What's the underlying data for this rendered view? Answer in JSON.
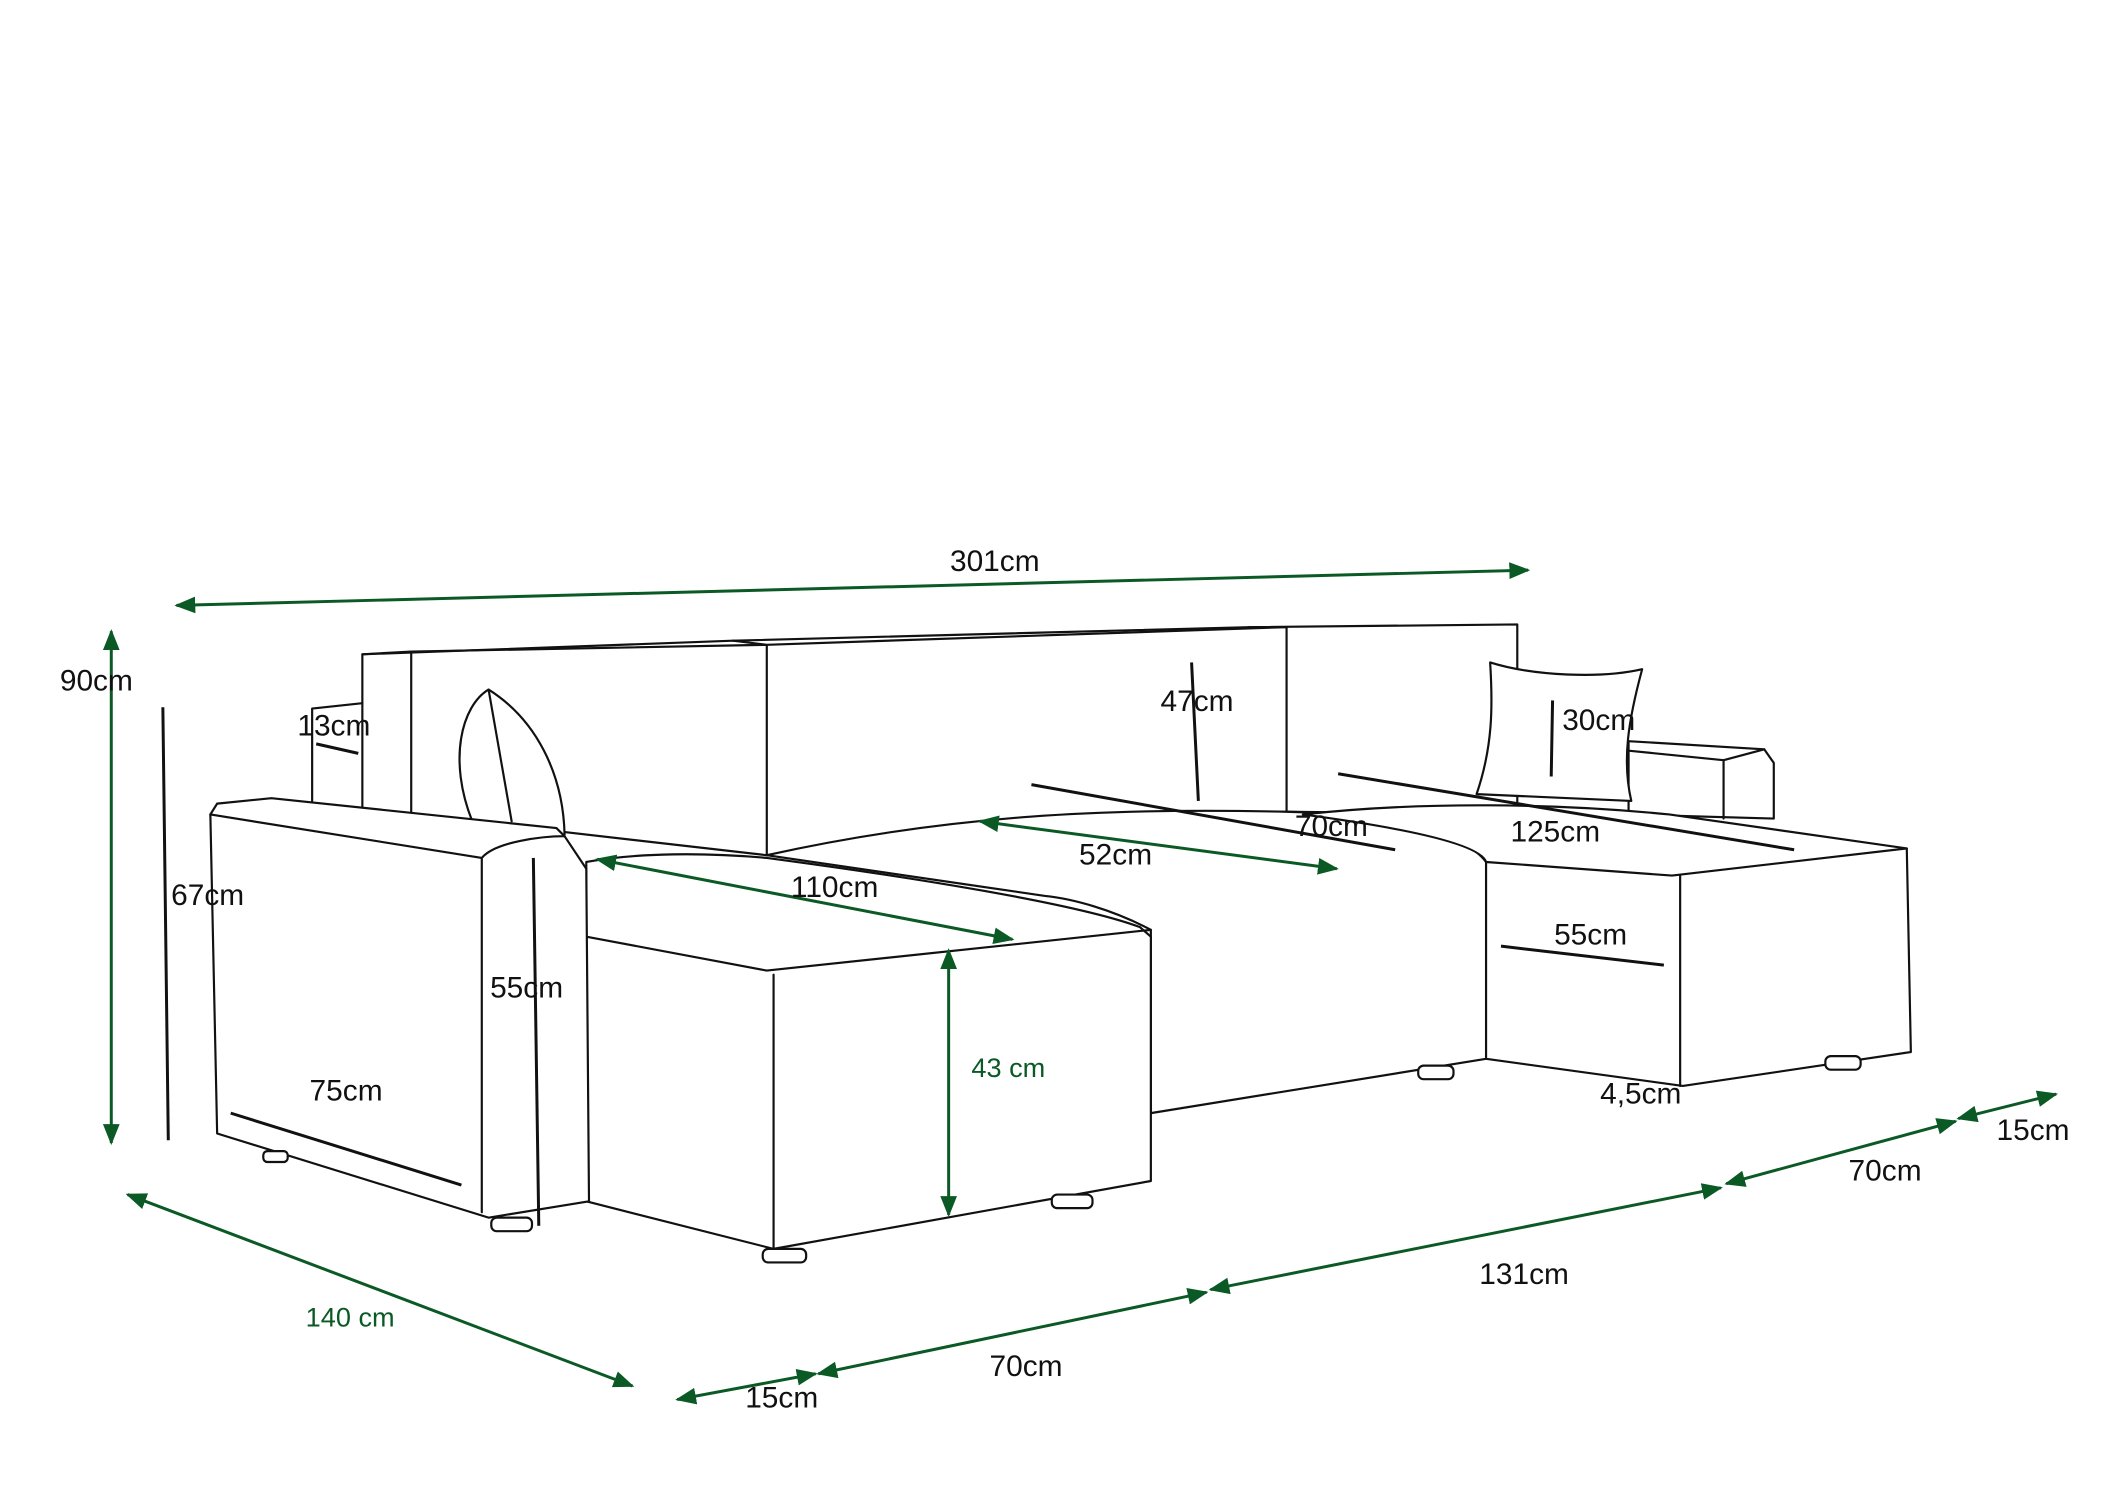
{
  "colors": {
    "dimension_arrow": "#0b5a25",
    "outline": "#111111",
    "background": "#ffffff"
  },
  "labels": {
    "total_width": "301cm",
    "total_height": "90cm",
    "armrest_width": "13cm",
    "backrest_height": "47cm",
    "pillow_height": "30cm",
    "seat_depth_middle": "70cm",
    "chaise_length_right": "125cm",
    "seat_depth": "52cm",
    "chaise_length_left": "110cm",
    "armrest_height": "67cm",
    "chaise_front_right": "55cm",
    "chaise_front_left": "55cm",
    "seat_height": "43 cm",
    "armrest_depth": "75cm",
    "leg_height": "4,5cm",
    "bottom_right_arm": "15cm",
    "bottom_right_chaise": "70cm",
    "bottom_middle": "131cm",
    "total_depth": "140 cm",
    "bottom_left_chaise": "70cm",
    "bottom_left_arm": "15cm"
  }
}
